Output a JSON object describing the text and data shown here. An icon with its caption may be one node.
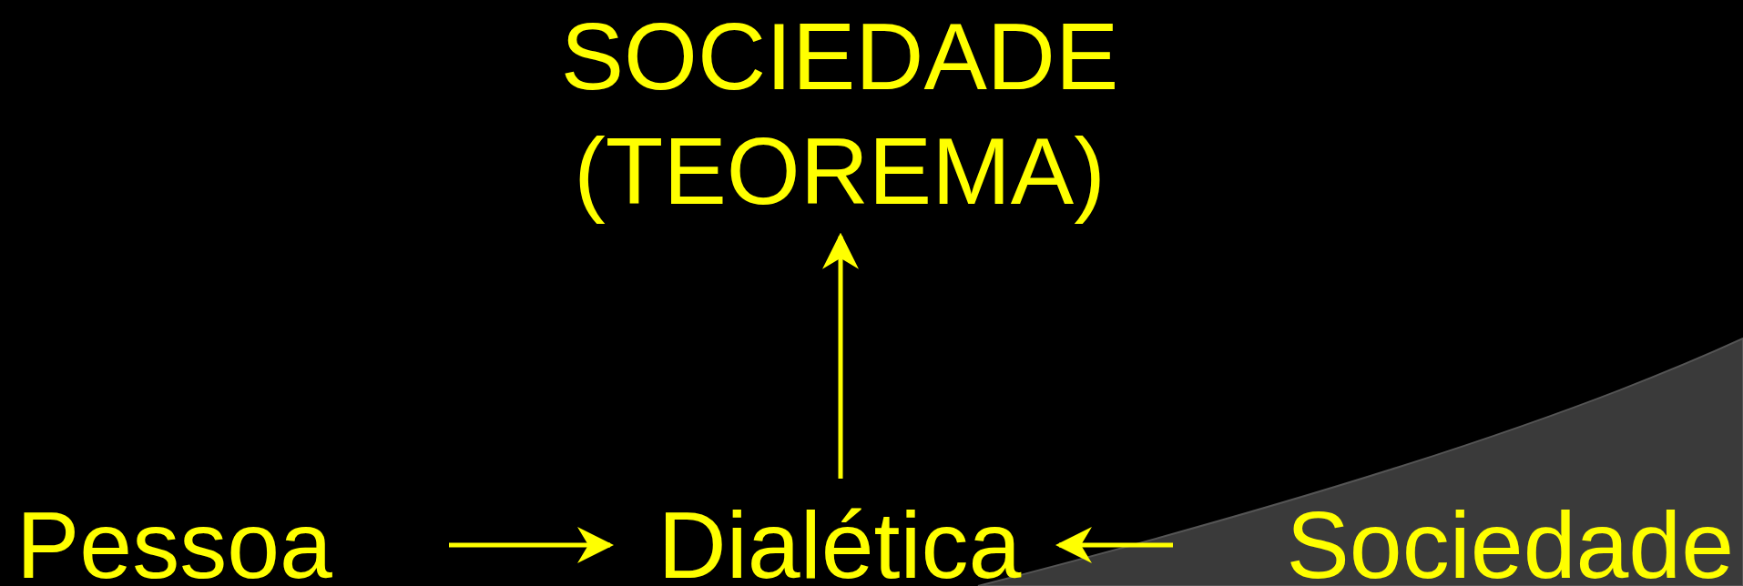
{
  "diagram": {
    "nodes": [
      {
        "text": [
          "SOCIEDADE (TEOREMA)"
        ]
      },
      {
        "text": [
          "Pessoa"
        ]
      },
      {
        "text": [
          "Dialética"
        ]
      },
      {
        "text": [
          "Sociedade"
        ]
      }
    ],
    "edges": [
      {
        "from": 1,
        "to": 2,
        "arrow": "to"
      },
      {
        "from": 3,
        "to": 2,
        "arrow": "to"
      },
      {
        "from": 2,
        "to": 0,
        "arrow": "to"
      }
    ]
  }
}
